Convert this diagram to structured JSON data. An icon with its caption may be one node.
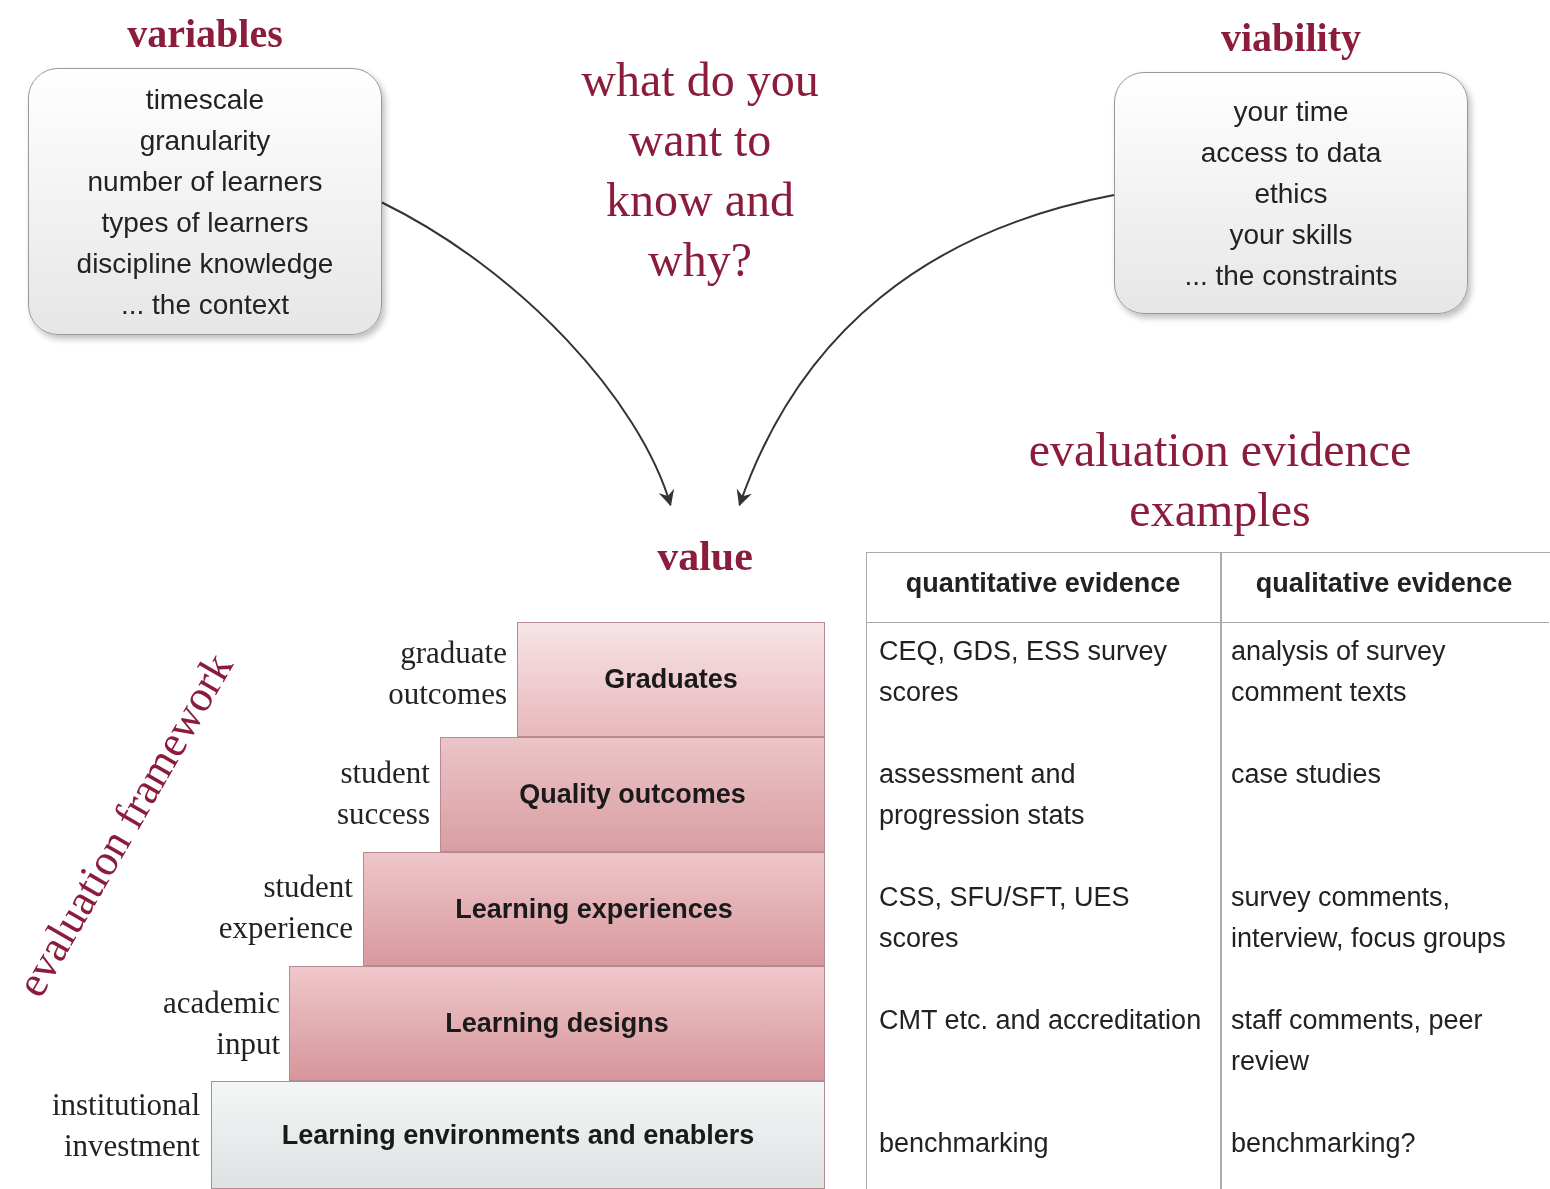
{
  "diagram": {
    "nodes": [
      {
        "text": [
          "variables",
          "timescale",
          "granularity",
          "number of learners",
          "types of learners",
          "discipline knowledge",
          "... the context"
        ]
      },
      {
        "text": [
          "viability",
          "your time",
          "access to data",
          "ethics",
          "your skills",
          "... the constraints"
        ]
      },
      {
        "text": [
          "value"
        ]
      },
      {
        "text": [
          "Graduates"
        ],
        "beside": [
          "graduate outcomes"
        ]
      },
      {
        "text": [
          "Quality outcomes"
        ],
        "beside": [
          "student success"
        ]
      },
      {
        "text": [
          "Learning experiences"
        ],
        "beside": [
          "student experience"
        ]
      },
      {
        "text": [
          "Learning designs"
        ],
        "beside": [
          "academic input"
        ]
      },
      {
        "text": [
          "Learning environments and enablers"
        ],
        "beside": [
          "institutional investment"
        ]
      }
    ],
    "edges": [
      {
        "from": 0,
        "to": 2,
        "arrow": "to"
      },
      {
        "from": 1,
        "to": 2,
        "arrow": "to"
      }
    ],
    "labels": [
      "what do you want to know and why?",
      "evaluation evidence examples",
      "evaluation framework",
      "quantitative evidence",
      "qualitative evidence",
      "CEQ, GDS, ESS survey scores",
      "analysis of survey comment texts",
      "assessment and progression stats",
      "case studies",
      "CSS, SFU/SFT, UES scores",
      "survey comments, interview, focus groups",
      "CMT etc. and accreditation",
      "staff comments, peer review",
      "benchmarking",
      "benchmarking?"
    ]
  }
}
